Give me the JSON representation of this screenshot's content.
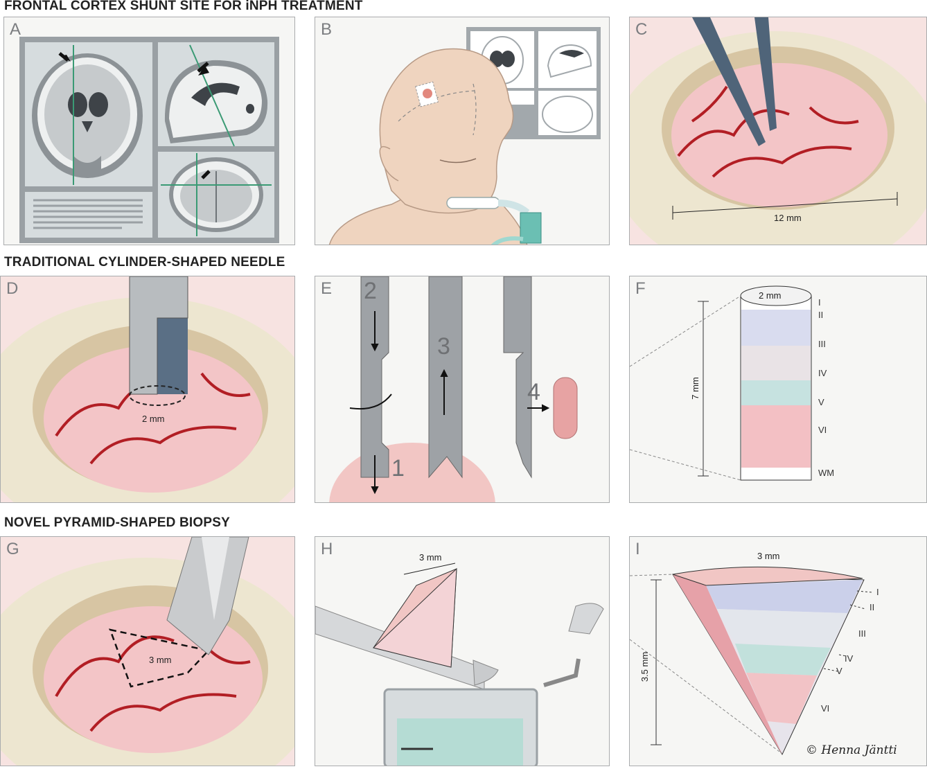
{
  "sections": {
    "frontal": "FRONTAL CORTEX SHUNT SITE FOR iNPH TREATMENT",
    "cylinder": "TRADITIONAL CYLINDER-SHAPED NEEDLE",
    "pyramid": "NOVEL PYRAMID-SHAPED BIOPSY"
  },
  "panels": {
    "A": {
      "label": "A"
    },
    "B": {
      "label": "B"
    },
    "C": {
      "label": "C",
      "measure": "12 mm"
    },
    "D": {
      "label": "D",
      "measure": "2 mm"
    },
    "E": {
      "label": "E",
      "steps": [
        "1",
        "2",
        "3",
        "4"
      ]
    },
    "F": {
      "label": "F",
      "width": "2 mm",
      "depth": "7 mm",
      "layers": [
        "I",
        "II",
        "III",
        "IV",
        "V",
        "VI",
        "WM"
      ]
    },
    "G": {
      "label": "G",
      "measure": "3 mm"
    },
    "H": {
      "label": "H",
      "measure": "3 mm"
    },
    "I": {
      "label": "I",
      "width": "3 mm",
      "depth": "3.5 mm",
      "layers": [
        "I",
        "II",
        "III",
        "IV",
        "V",
        "VI"
      ]
    }
  },
  "credit": "© Henna Jäntti",
  "colors": {
    "panel_bg": "#f6f6f4",
    "border": "#a9abad",
    "vessel": "#b21e24",
    "tissue": "#f2c6c4",
    "bone": "#e7ddc6"
  }
}
